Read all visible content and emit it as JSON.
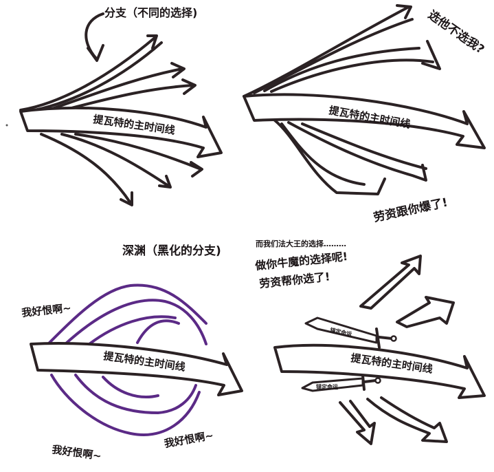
{
  "panels": {
    "top_left": {
      "annotation": "分支（不同的选择)",
      "timeline_label": "提瓦特的主时间线"
    },
    "top_right": {
      "annotation": "选他不选我?",
      "timeline_label": "提瓦特的主时间线",
      "shout": "劳资跟你爆了!"
    },
    "bottom_left": {
      "annotation": "深渊（黑化的分支)",
      "timeline_label": "提瓦特的主时间线",
      "cry_1": "我好恨啊~",
      "cry_2": "我好恨啊~",
      "cry_3": "我好恨啊~"
    },
    "bottom_right": {
      "caption": "而我们法大王的选择………",
      "speech_line1": "做你牛魔的选择呢!",
      "speech_line2": "劳资帮你选了!",
      "timeline_label": "提瓦特的主时间线",
      "sword_1_label": "锚定命运",
      "sword_2_label": "锚定命运"
    }
  },
  "colors": {
    "ink": "#2b2224",
    "abyss": "#5b2a86"
  }
}
